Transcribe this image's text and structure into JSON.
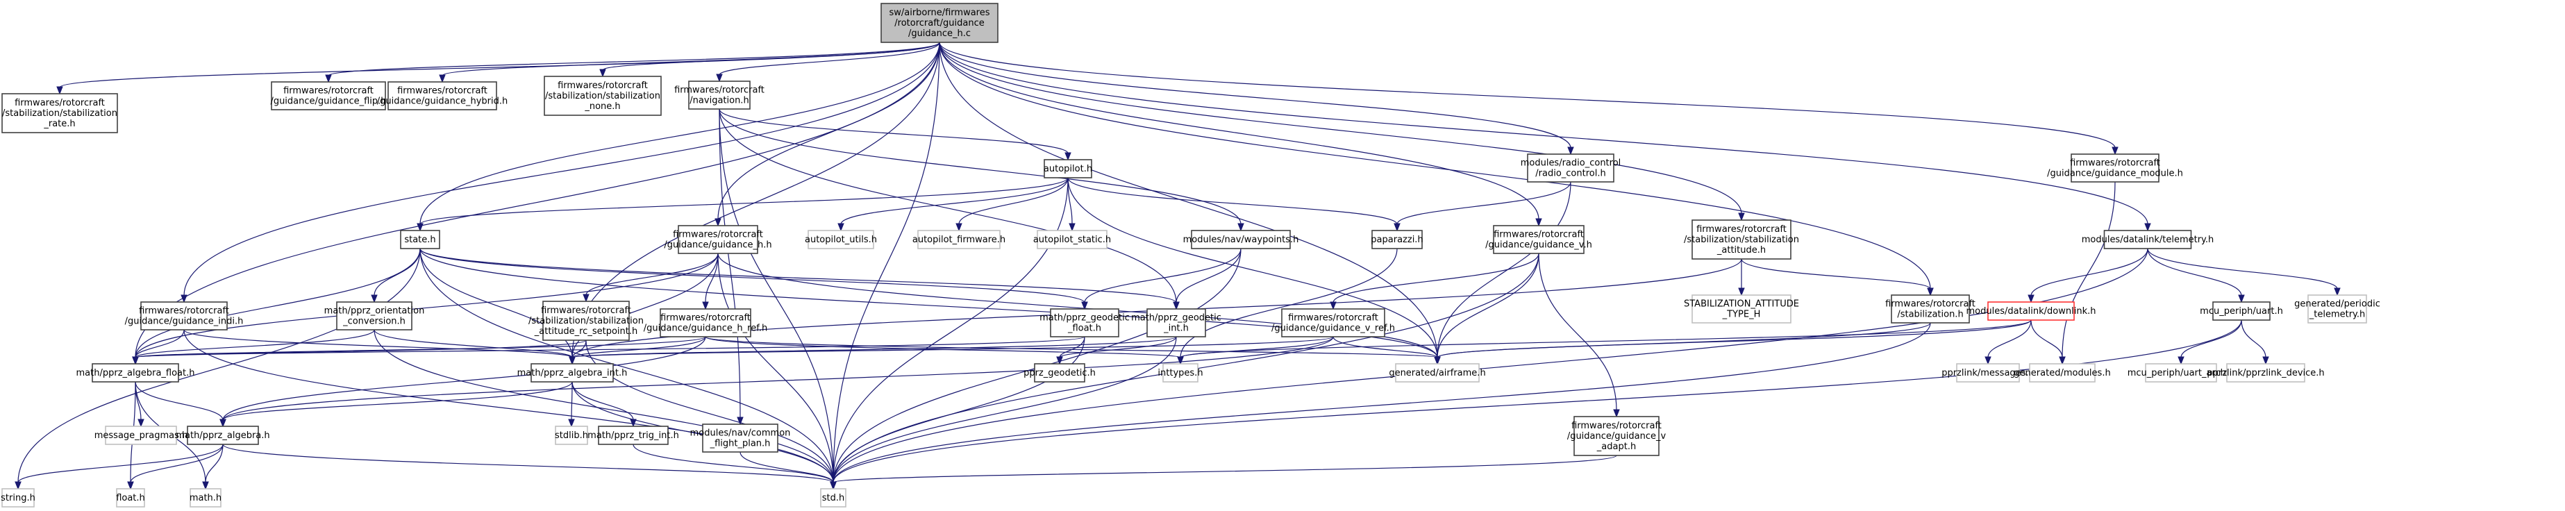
{
  "diagram": {
    "type": "include-dependency-graph",
    "root": "guidance_h_c",
    "nodes": [
      {
        "id": "guidance_h_c",
        "lines": [
          "sw/airborne/firmwares",
          "/rotorcraft/guidance",
          "/guidance_h.c"
        ],
        "kind": "root"
      },
      {
        "id": "stab_rate",
        "lines": [
          "firmwares/rotorcraft",
          "/stabilization/stabilization",
          "_rate.h"
        ],
        "kind": "doc"
      },
      {
        "id": "guidance_flip",
        "lines": [
          "firmwares/rotorcraft",
          "/guidance/guidance_flip.h"
        ],
        "kind": "doc"
      },
      {
        "id": "guidance_hybrid",
        "lines": [
          "firmwares/rotorcraft",
          "/guidance/guidance_hybrid.h"
        ],
        "kind": "doc"
      },
      {
        "id": "stab_none",
        "lines": [
          "firmwares/rotorcraft",
          "/stabilization/stabilization",
          "_none.h"
        ],
        "kind": "doc"
      },
      {
        "id": "navigation",
        "lines": [
          "firmwares/rotorcraft",
          "/navigation.h"
        ],
        "kind": "doc"
      },
      {
        "id": "radio_control",
        "lines": [
          "modules/radio_control",
          "/radio_control.h"
        ],
        "kind": "doc"
      },
      {
        "id": "guidance_module",
        "lines": [
          "firmwares/rotorcraft",
          "/guidance/guidance_module.h"
        ],
        "kind": "doc"
      },
      {
        "id": "telemetry",
        "lines": [
          "modules/datalink/telemetry.h"
        ],
        "kind": "doc"
      },
      {
        "id": "autopilot",
        "lines": [
          "autopilot.h"
        ],
        "kind": "doc"
      },
      {
        "id": "state",
        "lines": [
          "state.h"
        ],
        "kind": "doc"
      },
      {
        "id": "guidance_h_h",
        "lines": [
          "firmwares/rotorcraft",
          "/guidance/guidance_h.h"
        ],
        "kind": "doc"
      },
      {
        "id": "autopilot_utils",
        "lines": [
          "autopilot_utils.h"
        ],
        "kind": "nodoc"
      },
      {
        "id": "autopilot_firmware",
        "lines": [
          "autopilot_firmware.h"
        ],
        "kind": "nodoc"
      },
      {
        "id": "autopilot_static",
        "lines": [
          "autopilot_static.h"
        ],
        "kind": "nodoc"
      },
      {
        "id": "waypoints",
        "lines": [
          "modules/nav/waypoints.h"
        ],
        "kind": "doc"
      },
      {
        "id": "paparazzi",
        "lines": [
          "paparazzi.h"
        ],
        "kind": "doc"
      },
      {
        "id": "guidance_v",
        "lines": [
          "firmwares/rotorcraft",
          "/guidance/guidance_v.h"
        ],
        "kind": "doc"
      },
      {
        "id": "stab_attitude",
        "lines": [
          "firmwares/rotorcraft",
          "/stabilization/stabilization",
          "_attitude.h"
        ],
        "kind": "doc"
      },
      {
        "id": "guidance_indi",
        "lines": [
          "firmwares/rotorcraft",
          "/guidance/guidance_indi.h"
        ],
        "kind": "doc"
      },
      {
        "id": "orientation_conv",
        "lines": [
          "math/pprz_orientation",
          "_conversion.h"
        ],
        "kind": "doc"
      },
      {
        "id": "stab_att_rc",
        "lines": [
          "firmwares/rotorcraft",
          "/stabilization/stabilization",
          "_attitude_rc_setpoint.h"
        ],
        "kind": "doc"
      },
      {
        "id": "guidance_h_ref",
        "lines": [
          "firmwares/rotorcraft",
          "/guidance/guidance_h_ref.h"
        ],
        "kind": "doc"
      },
      {
        "id": "geodetic_float",
        "lines": [
          "math/pprz_geodetic",
          "_float.h"
        ],
        "kind": "doc"
      },
      {
        "id": "geodetic_int",
        "lines": [
          "math/pprz_geodetic",
          "_int.h"
        ],
        "kind": "doc"
      },
      {
        "id": "guidance_v_ref",
        "lines": [
          "firmwares/rotorcraft",
          "/guidance/guidance_v_ref.h"
        ],
        "kind": "doc"
      },
      {
        "id": "stab_attitude_type",
        "lines": [
          "STABILIZATION_ATTITUDE",
          "_TYPE_H"
        ],
        "kind": "nodoc"
      },
      {
        "id": "stabilization",
        "lines": [
          "firmwares/rotorcraft",
          "/stabilization.h"
        ],
        "kind": "doc"
      },
      {
        "id": "downlink",
        "lines": [
          "modules/datalink/downlink.h"
        ],
        "kind": "highlight"
      },
      {
        "id": "uart",
        "lines": [
          "mcu_periph/uart.h"
        ],
        "kind": "doc"
      },
      {
        "id": "periodic_telemetry",
        "lines": [
          "generated/periodic",
          "_telemetry.h"
        ],
        "kind": "nodoc"
      },
      {
        "id": "algebra_float",
        "lines": [
          "math/pprz_algebra_float.h"
        ],
        "kind": "doc"
      },
      {
        "id": "algebra_int",
        "lines": [
          "math/pprz_algebra_int.h"
        ],
        "kind": "doc"
      },
      {
        "id": "pprz_geodetic",
        "lines": [
          "pprz_geodetic.h"
        ],
        "kind": "doc"
      },
      {
        "id": "inttypes",
        "lines": [
          "inttypes.h"
        ],
        "kind": "nodoc"
      },
      {
        "id": "airframe",
        "lines": [
          "generated/airframe.h"
        ],
        "kind": "nodoc"
      },
      {
        "id": "messages",
        "lines": [
          "pprzlink/messages.h"
        ],
        "kind": "nodoc"
      },
      {
        "id": "modules_gen",
        "lines": [
          "generated/modules.h"
        ],
        "kind": "nodoc"
      },
      {
        "id": "uart_arch",
        "lines": [
          "mcu_periph/uart_arch.h"
        ],
        "kind": "nodoc"
      },
      {
        "id": "pprzlink_device",
        "lines": [
          "pprzlink/pprzlink_device.h"
        ],
        "kind": "nodoc"
      },
      {
        "id": "message_pragmas",
        "lines": [
          "message_pragmas.h"
        ],
        "kind": "nodoc"
      },
      {
        "id": "algebra",
        "lines": [
          "math/pprz_algebra.h"
        ],
        "kind": "doc"
      },
      {
        "id": "stdlib",
        "lines": [
          "stdlib.h"
        ],
        "kind": "nodoc"
      },
      {
        "id": "trig_int",
        "lines": [
          "math/pprz_trig_int.h"
        ],
        "kind": "doc"
      },
      {
        "id": "common_flight_plan",
        "lines": [
          "modules/nav/common",
          "_flight_plan.h"
        ],
        "kind": "doc"
      },
      {
        "id": "guidance_v_adapt",
        "lines": [
          "firmwares/rotorcraft",
          "/guidance/guidance_v",
          "_adapt.h"
        ],
        "kind": "doc"
      },
      {
        "id": "string",
        "lines": [
          "string.h"
        ],
        "kind": "nodoc"
      },
      {
        "id": "float",
        "lines": [
          "float.h"
        ],
        "kind": "nodoc"
      },
      {
        "id": "math",
        "lines": [
          "math.h"
        ],
        "kind": "nodoc"
      },
      {
        "id": "std",
        "lines": [
          "std.h"
        ],
        "kind": "nodoc"
      }
    ],
    "edges": [
      [
        "guidance_h_c",
        "stab_rate"
      ],
      [
        "guidance_h_c",
        "guidance_flip"
      ],
      [
        "guidance_h_c",
        "guidance_hybrid"
      ],
      [
        "guidance_h_c",
        "stab_none"
      ],
      [
        "guidance_h_c",
        "navigation"
      ],
      [
        "guidance_h_c",
        "radio_control"
      ],
      [
        "guidance_h_c",
        "guidance_module"
      ],
      [
        "guidance_h_c",
        "telemetry"
      ],
      [
        "guidance_h_c",
        "state"
      ],
      [
        "guidance_h_c",
        "guidance_h_h"
      ],
      [
        "guidance_h_c",
        "guidance_v"
      ],
      [
        "guidance_h_c",
        "stab_attitude"
      ],
      [
        "guidance_h_c",
        "guidance_indi"
      ],
      [
        "guidance_h_c",
        "algebra_float"
      ],
      [
        "guidance_h_c",
        "stabilization"
      ],
      [
        "guidance_h_c",
        "airframe"
      ],
      [
        "guidance_h_c",
        "std"
      ],
      [
        "guidance_h_c",
        "algebra_int"
      ],
      [
        "navigation",
        "autopilot"
      ],
      [
        "navigation",
        "waypoints"
      ],
      [
        "navigation",
        "common_flight_plan"
      ],
      [
        "navigation",
        "geodetic_int"
      ],
      [
        "navigation",
        "std"
      ],
      [
        "autopilot",
        "autopilot_utils"
      ],
      [
        "autopilot",
        "autopilot_firmware"
      ],
      [
        "autopilot",
        "autopilot_static"
      ],
      [
        "autopilot",
        "paparazzi"
      ],
      [
        "autopilot",
        "state"
      ],
      [
        "autopilot",
        "airframe"
      ],
      [
        "autopilot",
        "std"
      ],
      [
        "radio_control",
        "paparazzi"
      ],
      [
        "radio_control",
        "airframe"
      ],
      [
        "guidance_module",
        "modules_gen"
      ],
      [
        "telemetry",
        "downlink"
      ],
      [
        "telemetry",
        "uart"
      ],
      [
        "telemetry",
        "periodic_telemetry"
      ],
      [
        "telemetry",
        "std"
      ],
      [
        "downlink",
        "messages"
      ],
      [
        "downlink",
        "modules_gen"
      ],
      [
        "downlink",
        "airframe"
      ],
      [
        "downlink",
        "inttypes"
      ],
      [
        "uart",
        "uart_arch"
      ],
      [
        "uart",
        "pprzlink_device"
      ],
      [
        "uart",
        "std"
      ],
      [
        "state",
        "algebra_float"
      ],
      [
        "state",
        "algebra_int"
      ],
      [
        "state",
        "orientation_conv"
      ],
      [
        "state",
        "geodetic_float"
      ],
      [
        "state",
        "geodetic_int"
      ],
      [
        "state",
        "string"
      ],
      [
        "state",
        "std"
      ],
      [
        "state",
        "airframe"
      ],
      [
        "guidance_h_h",
        "stab_att_rc"
      ],
      [
        "guidance_h_h",
        "guidance_h_ref"
      ],
      [
        "guidance_h_h",
        "algebra_int"
      ],
      [
        "guidance_h_h",
        "algebra_float"
      ],
      [
        "guidance_h_h",
        "airframe"
      ],
      [
        "guidance_h_h",
        "std"
      ],
      [
        "waypoints",
        "geodetic_float"
      ],
      [
        "waypoints",
        "geodetic_int"
      ],
      [
        "waypoints",
        "std"
      ],
      [
        "paparazzi",
        "inttypes"
      ],
      [
        "guidance_v",
        "guidance_v_ref"
      ],
      [
        "guidance_v",
        "guidance_v_adapt"
      ],
      [
        "guidance_v",
        "std"
      ],
      [
        "guidance_v",
        "airframe"
      ],
      [
        "stab_attitude",
        "stab_attitude_type"
      ],
      [
        "stab_attitude",
        "stabilization"
      ],
      [
        "stab_attitude",
        "algebra_int"
      ],
      [
        "stabilization",
        "airframe"
      ],
      [
        "stabilization",
        "std"
      ],
      [
        "guidance_indi",
        "algebra_float"
      ],
      [
        "guidance_indi",
        "algebra_int"
      ],
      [
        "guidance_indi",
        "std"
      ],
      [
        "orientation_conv",
        "algebra_float"
      ],
      [
        "orientation_conv",
        "algebra_int"
      ],
      [
        "orientation_conv",
        "std"
      ],
      [
        "stab_att_rc",
        "algebra_int"
      ],
      [
        "stab_att_rc",
        "algebra_float"
      ],
      [
        "stab_att_rc",
        "std"
      ],
      [
        "guidance_h_ref",
        "algebra_int"
      ],
      [
        "guidance_h_ref",
        "algebra_float"
      ],
      [
        "guidance_h_ref",
        "algebra"
      ],
      [
        "guidance_h_ref",
        "airframe"
      ],
      [
        "guidance_h_ref",
        "inttypes"
      ],
      [
        "geodetic_float",
        "pprz_geodetic"
      ],
      [
        "geodetic_float",
        "algebra_float"
      ],
      [
        "geodetic_float",
        "std"
      ],
      [
        "geodetic_int",
        "pprz_geodetic"
      ],
      [
        "geodetic_int",
        "algebra_int"
      ],
      [
        "geodetic_int",
        "std"
      ],
      [
        "guidance_v_ref",
        "inttypes"
      ],
      [
        "guidance_v_ref",
        "airframe"
      ],
      [
        "guidance_v_ref",
        "algebra"
      ],
      [
        "guidance_v_ref",
        "algebra_int"
      ],
      [
        "algebra_float",
        "algebra"
      ],
      [
        "algebra_float",
        "message_pragmas"
      ],
      [
        "algebra_float",
        "float"
      ],
      [
        "algebra_float",
        "math"
      ],
      [
        "algebra_int",
        "algebra"
      ],
      [
        "algebra_int",
        "stdlib"
      ],
      [
        "algebra_int",
        "trig_int"
      ],
      [
        "algebra_int",
        "std"
      ],
      [
        "algebra",
        "string"
      ],
      [
        "algebra",
        "float"
      ],
      [
        "algebra",
        "math"
      ],
      [
        "algebra",
        "std"
      ],
      [
        "trig_int",
        "std"
      ],
      [
        "common_flight_plan",
        "std"
      ],
      [
        "guidance_v_adapt",
        "std"
      ]
    ]
  }
}
